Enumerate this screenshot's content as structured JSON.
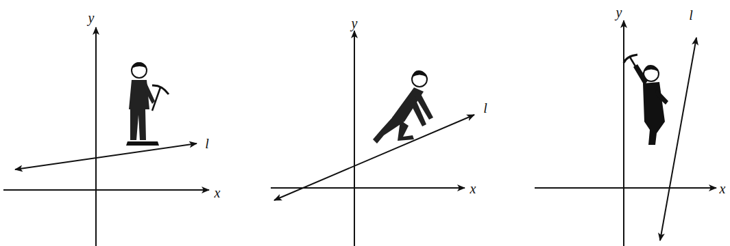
{
  "diagram": {
    "labels": [
      "y",
      "l",
      "x",
      "y",
      "l",
      "x",
      "y",
      "l",
      "x"
    ]
  }
}
